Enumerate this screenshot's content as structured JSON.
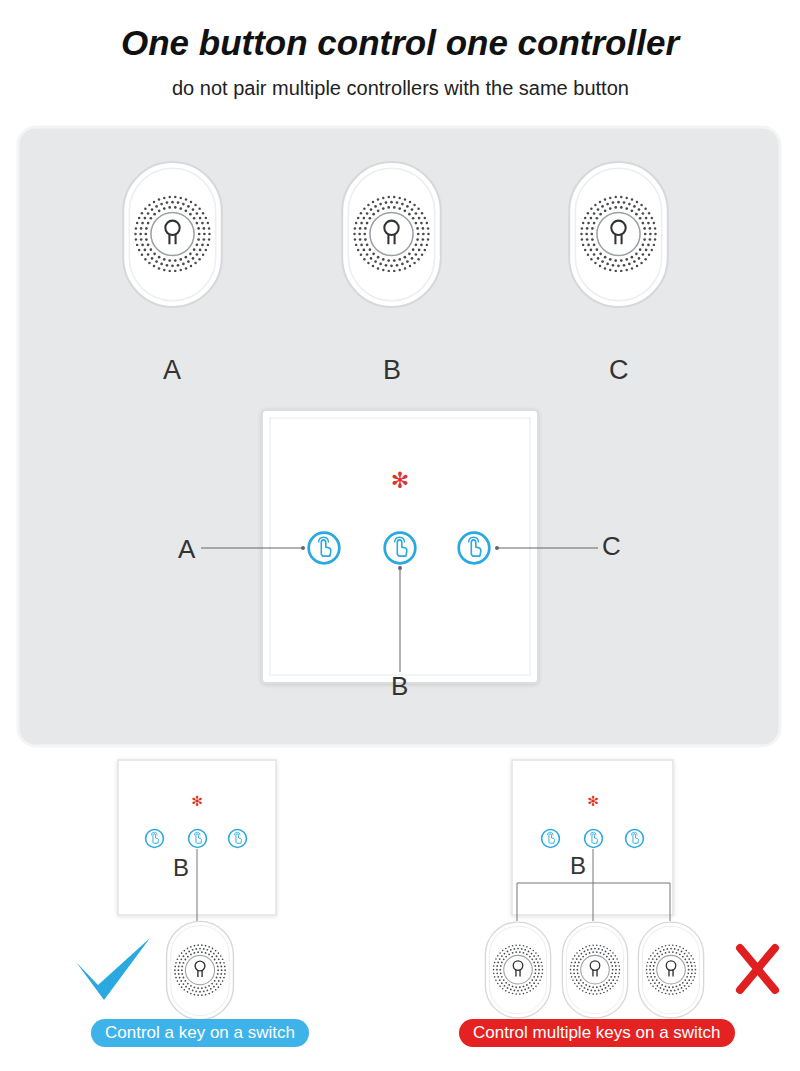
{
  "diagram": {
    "title": "One button control one controller",
    "nodes": [
      {
        "text": [
          "Control a key on a switch"
        ]
      },
      {
        "text": [
          "Control multiple keys on a switch"
        ]
      }
    ],
    "labels": [
      "do not pair multiple controllers with the same button",
      "A",
      "B",
      "C",
      "A",
      "C",
      "B",
      "B",
      "B"
    ]
  }
}
